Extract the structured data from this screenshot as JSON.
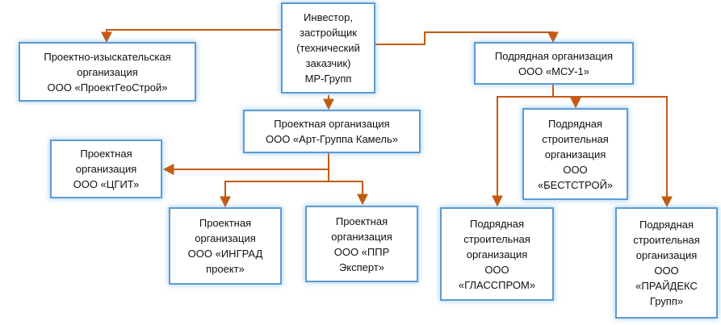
{
  "colors": {
    "connector": "#c55a11",
    "box_border": "#5b9bd5"
  },
  "nodes": {
    "investor": "Инвестор,\nзастройщик\n(технический\nзаказчик)\nМР-Групп",
    "survey": "Проектно-изыскательская\nорганизация\nООО «ПроектГеоСтрой»",
    "contractor": "Подрядная организация\nООО «МСУ-1»",
    "design_main": "Проектная организация\nООО «Арт-Группа Камель»",
    "cgit": "Проектная\nорганизация\nООО «ЦГИТ»",
    "ingrad": "Проектная\nорганизация\nООО «ИНГРАД\nпроект»",
    "ppr": "Проектная\nорганизация\nООО «ППР\nЭксперт»",
    "beststroy": "Подрядная\nстроительная\nорганизация\nООО\n«БЕСТСТРОЙ»",
    "glassprom": "Подрядная\nстроительная\nорганизация\nООО\n«ГЛАССПРОМ»",
    "prideks": "Подрядная\nстроительная\nорганизация\nООО\n«ПРАЙДЕКС\nГрупп»"
  }
}
